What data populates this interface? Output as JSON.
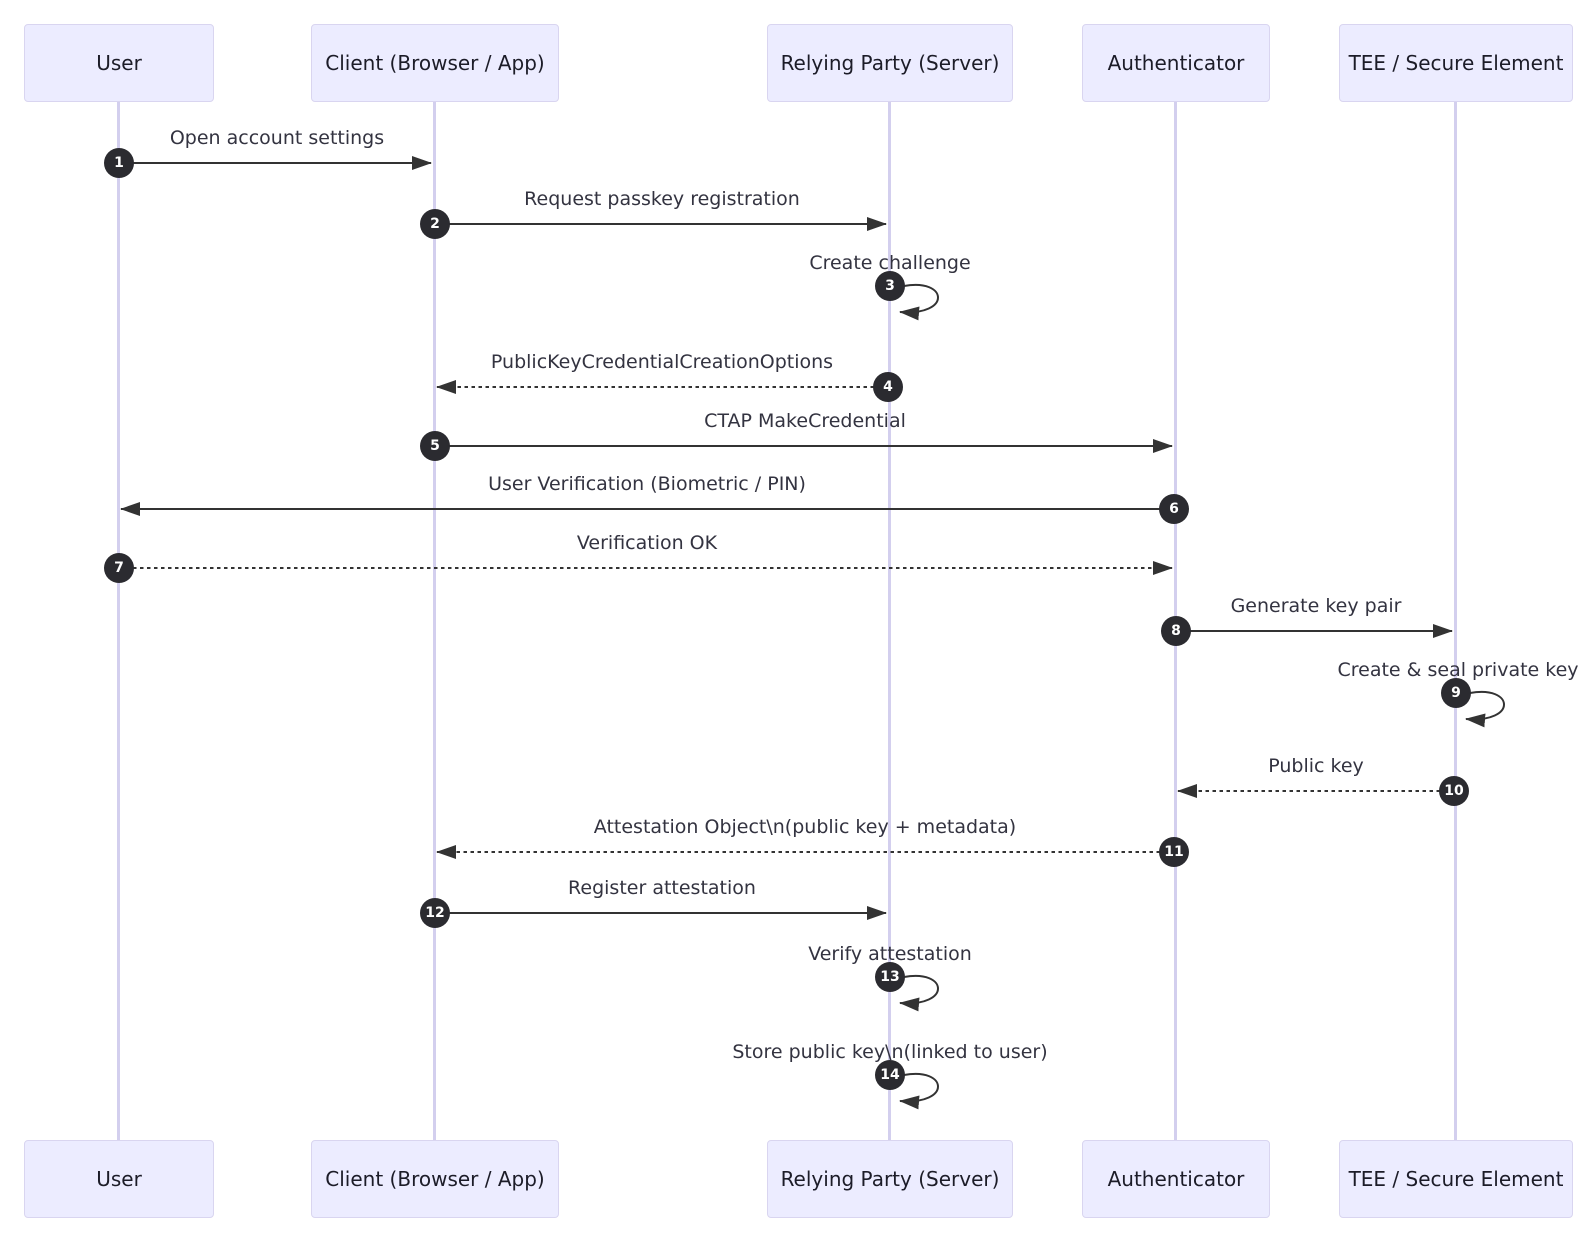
{
  "diagram": {
    "kind": "sequence-diagram",
    "topic": "Passkey registration flow (WebAuthn / FIDO2)"
  },
  "colors": {
    "actor_fill": "#ECECFF",
    "actor_border": "#d9d5f0",
    "lifeline": "#d3cfee",
    "arrow": "#333333",
    "sequence_number_bg": "#2b2b30",
    "sequence_number_text": "#ffffff",
    "label_text": "#333340",
    "background": "#ffffff"
  },
  "actors": [
    {
      "name": "User"
    },
    {
      "name": "Client (Browser / App)"
    },
    {
      "name": "Relying Party (Server)"
    },
    {
      "name": "Authenticator"
    },
    {
      "name": "TEE / Secure Element"
    }
  ],
  "messages": [
    {
      "number": "1",
      "from": "User",
      "to": "Client (Browser / App)",
      "label": "Open account settings",
      "style": "solid"
    },
    {
      "number": "2",
      "from": "Client (Browser / App)",
      "to": "Relying Party (Server)",
      "label": "Request passkey registration",
      "style": "solid"
    },
    {
      "number": "3",
      "from": "Relying Party (Server)",
      "to": "Relying Party (Server)",
      "label": "Create challenge",
      "style": "self"
    },
    {
      "number": "4",
      "from": "Relying Party (Server)",
      "to": "Client (Browser / App)",
      "label": "PublicKeyCredentialCreationOptions",
      "style": "dashed"
    },
    {
      "number": "5",
      "from": "Client (Browser / App)",
      "to": "Authenticator",
      "label": "CTAP MakeCredential",
      "style": "solid"
    },
    {
      "number": "6",
      "from": "Authenticator",
      "to": "User",
      "label": "User Verification (Biometric / PIN)",
      "style": "solid"
    },
    {
      "number": "7",
      "from": "User",
      "to": "Authenticator",
      "label": "Verification OK",
      "style": "dashed"
    },
    {
      "number": "8",
      "from": "Authenticator",
      "to": "TEE / Secure Element",
      "label": "Generate key pair",
      "style": "solid"
    },
    {
      "number": "9",
      "from": "TEE / Secure Element",
      "to": "TEE / Secure Element",
      "label": "Create & seal private key",
      "style": "self"
    },
    {
      "number": "10",
      "from": "TEE / Secure Element",
      "to": "Authenticator",
      "label": "Public key",
      "style": "dashed"
    },
    {
      "number": "11",
      "from": "Authenticator",
      "to": "Client (Browser / App)",
      "label": "Attestation Object\\n(public key + metadata)",
      "style": "dashed"
    },
    {
      "number": "12",
      "from": "Client (Browser / App)",
      "to": "Relying Party (Server)",
      "label": "Register attestation",
      "style": "solid"
    },
    {
      "number": "13",
      "from": "Relying Party (Server)",
      "to": "Relying Party (Server)",
      "label": "Verify attestation",
      "style": "self"
    },
    {
      "number": "14",
      "from": "Relying Party (Server)",
      "to": "Relying Party (Server)",
      "label": "Store public key\\n(linked to user)",
      "style": "self"
    }
  ]
}
